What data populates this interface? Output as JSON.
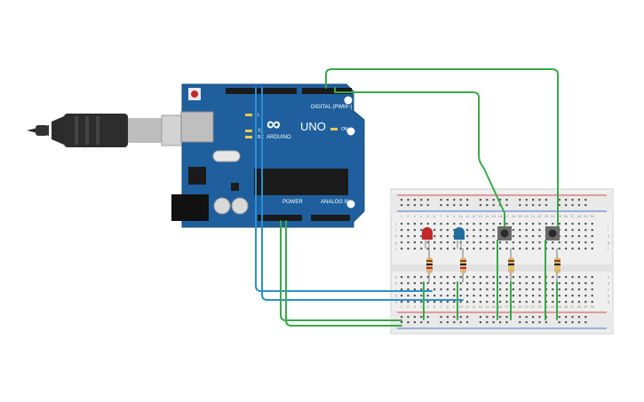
{
  "arduino": {
    "logo": "ARDUINO",
    "model": "UNO",
    "digital_label": "DIGITAL (PWM~)",
    "power_label": "POWER",
    "analog_label": "ANALOG IN",
    "on_label": "ON",
    "tx_label": "TX",
    "rx_label": "RX",
    "l_label": "L",
    "board_color": "#1f5f9e"
  },
  "breadboard": {
    "col_numbers": [
      "1",
      "2",
      "3",
      "4",
      "5",
      "6",
      "7",
      "8",
      "9",
      "10",
      "11",
      "12",
      "13",
      "14",
      "15",
      "16",
      "17",
      "18",
      "19",
      "20",
      "21",
      "22",
      "23",
      "24",
      "25",
      "26",
      "27",
      "28",
      "29",
      "30"
    ],
    "row_letters_top": [
      "j",
      "i",
      "h",
      "g",
      "f"
    ],
    "row_letters_bottom": [
      "e",
      "d",
      "c",
      "b",
      "a"
    ]
  },
  "components": {
    "led_red_color": "#c0282a",
    "led_blue_color": "#1f6f9a",
    "wire_green": "#3aa84a",
    "wire_blue": "#2a8fd0",
    "usb_cable_color": "#2b2b2b"
  }
}
